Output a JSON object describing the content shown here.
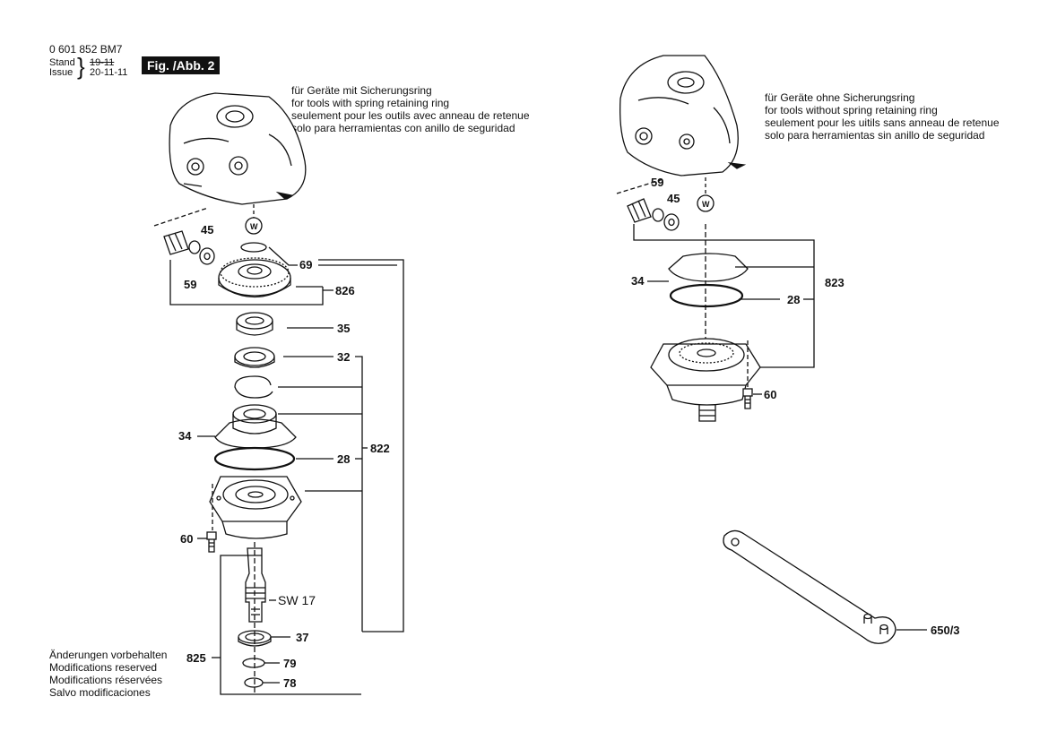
{
  "header": {
    "doc_number": "0 601 852 BM7",
    "stand_label": "Stand",
    "issue_label": "Issue",
    "stand_date": "19-11",
    "issue_date": "20-11-11",
    "figure_label": "Fig. /Abb. 2"
  },
  "left_note": [
    "für Geräte mit Sicherungsring",
    "for tools with spring retaining ring",
    "seulement pour les outils avec anneau de retenue",
    "solo para herramientas con anillo de seguridad"
  ],
  "right_note": [
    "für Geräte ohne Sicherungsring",
    "for tools without spring retaining ring",
    "seulement pour les uitils sans anneau de retenue",
    "solo para herramientas sin anillo de seguridad"
  ],
  "footer_note": [
    "Änderungen vorbehalten",
    "Modifications reserved",
    "Modifications réservées",
    "Salvo modificaciones"
  ],
  "left_parts": {
    "p45": "45",
    "p59": "59",
    "p69": "69",
    "p826": "826",
    "p35": "35",
    "p32": "32",
    "p34": "34",
    "p28": "28",
    "p822": "822",
    "p60": "60",
    "sw": "SW 17",
    "p37": "37",
    "p825": "825",
    "p79": "79",
    "p78": "78",
    "w": "W"
  },
  "right_parts": {
    "p59": "59",
    "p45": "45",
    "p34": "34",
    "p28": "28",
    "p823": "823",
    "p60": "60",
    "w": "W"
  },
  "wrench_part": "650/3"
}
